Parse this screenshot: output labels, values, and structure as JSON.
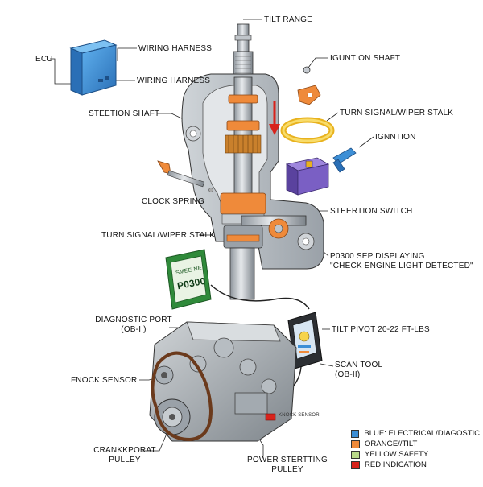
{
  "labels": {
    "tilt_range": "TILT RANGE",
    "ecu": "ECU",
    "wiring_harness_1": "WIRING HARNESS",
    "wiring_harness_2": "WIRING HARNESS",
    "steering_shaft": "STEETION SHAFT",
    "ignition_shaft": "IGUNTION SHAFT",
    "turn_signal_wiper_stalk_right": "TURN SIGNAL/WIPER STALK",
    "ignition": "IGNNTION",
    "clock_spring": "CLOCK SPRING",
    "steering_switch": "STEERTION SWITCH",
    "turn_signal_wiper_stalk_left": "TURN SIGNAL/WIPER STALK",
    "p0300_line1": "P0300  SEP DISPLAYING",
    "p0300_line2": "\"CHECK ENGINE LIGHT DETECTED\"",
    "diagnostic_port_line1": "DIAGNOSTIC PORT",
    "diagnostic_port_line2": "(OB-II)",
    "tilt_pivot": "TILT PIVOT 20-22 FT-LBS",
    "knock_sensor": "FNOCK SENSOR",
    "scan_tool_line1": "SCAN TOOL",
    "scan_tool_line2": "(OB-II)",
    "crankshaft_pulley_line1": "CRANKKPORAT",
    "crankshaft_pulley_line2": "PULLEY",
    "power_steering_pulley_line1": "POWER STERTTING",
    "power_steering_pulley_line2": "PULLEY",
    "knock_sensor_small": "KNOCK SENSOR"
  },
  "monitor": {
    "header": "SMEE NE",
    "code": "P0300"
  },
  "legend": [
    {
      "text": "BLUE: ELECTRICAL/DIAGOSTIC",
      "color": "#3d8fd6"
    },
    {
      "text": "ORANGE//TILT",
      "color": "#ef8a3a"
    },
    {
      "text": "YELLOW SAFETY",
      "color": "#b9d98a"
    },
    {
      "text": "RED INDICATION",
      "color": "#d8231c"
    }
  ],
  "colors": {
    "electrical_blue": "#3d8fd6",
    "tilt_orange": "#ef8a3a",
    "safety_yellow": "#f6d34a",
    "indication_red": "#d8231c",
    "monitor_green": "#5cb85c",
    "ignition_purple": "#7a5fc4",
    "metal_gray": "#b8bec4"
  }
}
